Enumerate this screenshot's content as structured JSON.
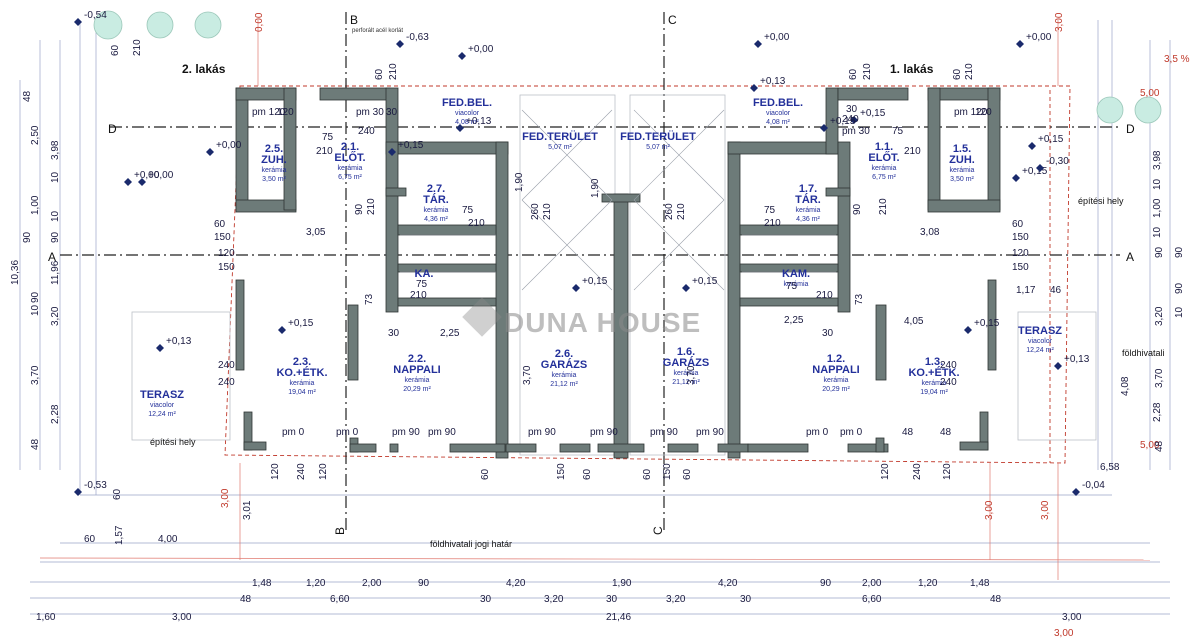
{
  "titles": {
    "left_unit": "2. lakás",
    "right_unit": "1. lakás"
  },
  "axes": {
    "A": "A",
    "B": "B",
    "C": "C",
    "D": "D"
  },
  "rooms": [
    {
      "num": "2.5.",
      "name": "ZUH.",
      "mat": "kerámia",
      "area": "3,50 m²"
    },
    {
      "num": "2.1.",
      "name": "ELŐT.",
      "mat": "kerámia",
      "area": "6,75 m²"
    },
    {
      "num": "",
      "name": "FED.BEL.",
      "mat": "viacolor",
      "area": "4,08 m²"
    },
    {
      "num": "",
      "name": "FED.TERÜLET",
      "mat": "",
      "area": "5,07 m²"
    },
    {
      "num": "",
      "name": "FED.TERÜLET",
      "mat": "",
      "area": "5,07 m²"
    },
    {
      "num": "",
      "name": "FED.BEL.",
      "mat": "viacolor",
      "area": "4,08 m²"
    },
    {
      "num": "1.1.",
      "name": "ELŐT.",
      "mat": "kerámia",
      "area": "6,75 m²"
    },
    {
      "num": "1.5.",
      "name": "ZUH.",
      "mat": "kerámia",
      "area": "3,50 m²"
    },
    {
      "num": "2.7.",
      "name": "TÁR.",
      "mat": "kerámia",
      "area": "4,36 m²"
    },
    {
      "num": "1.7.",
      "name": "TÁR.",
      "mat": "kerámia",
      "area": "4,36 m²"
    },
    {
      "num": "",
      "name": "KA.",
      "mat": "",
      "area": ""
    },
    {
      "num": "",
      "name": "KAM.",
      "mat": "kerámia",
      "area": ""
    },
    {
      "num": "2.3.",
      "name": "KO.+ÉTK.",
      "mat": "kerámia",
      "area": "19,04 m²"
    },
    {
      "num": "2.2.",
      "name": "NAPPALI",
      "mat": "kerámia",
      "area": "20,29 m²"
    },
    {
      "num": "2.6.",
      "name": "GARÁZS",
      "mat": "kerámia",
      "area": "21,12 m²"
    },
    {
      "num": "1.6.",
      "name": "GARÁZS",
      "mat": "kerámia",
      "area": "21,12 m²"
    },
    {
      "num": "1.2.",
      "name": "NAPPALI",
      "mat": "kerámia",
      "area": "20,29 m²"
    },
    {
      "num": "1.3.",
      "name": "KO.+ÉTK.",
      "mat": "kerámia",
      "area": "19,04 m²"
    },
    {
      "num": "",
      "name": "TERASZ",
      "mat": "viacolor",
      "area": "12,24 m²"
    },
    {
      "num": "",
      "name": "TERASZ",
      "mat": "viacolor",
      "area": "12,24 m²"
    }
  ],
  "levels": [
    "-0,54",
    "-0,63",
    "+0,00",
    "+0,00",
    "+0,00",
    "+0,13",
    "+0,13",
    "+0,15",
    "+0,15",
    "+0,15",
    "+0,15",
    "+0,15",
    "+0,13",
    "+0,15",
    "+0,15",
    "+0,15",
    "+0,15",
    "+0,13",
    "-0,30",
    "-0,53",
    "-0,04",
    "+0,00",
    "+0,00",
    "+0,00"
  ],
  "notes": {
    "perforated": "perforált acél korlát",
    "building_zone_left": "építési hely",
    "building_zone_right": "építési hely",
    "land_registry": "földhivatali",
    "land_boundary": "földhivatali jogi határ",
    "watermark": "DUNA HOUSE"
  },
  "red_dims": [
    "0,00",
    "3,00",
    "3,00",
    "5,00",
    "5,00",
    "3,00",
    "3,00",
    "3,00",
    "3,5 %"
  ],
  "dims": {
    "bottom_row1": [
      "1,48",
      "1,20",
      "2,00",
      "90",
      "4,20",
      "1,90",
      "4,20",
      "90",
      "2,00",
      "1,20",
      "1,48"
    ],
    "bottom_row2": [
      "48",
      "6,60",
      "30",
      "3,20",
      "30",
      "3,20",
      "30",
      "6,60",
      "48"
    ],
    "bottom_row3": [
      "1,60",
      "3,00",
      "21,46",
      "3,00"
    ],
    "bottom_left": [
      "60",
      "4,00",
      "1,57",
      "3,01",
      "60"
    ],
    "under_plan": [
      "120",
      "240",
      "120",
      "60",
      "150",
      "60",
      "60",
      "150",
      "60",
      "120",
      "240",
      "120",
      "6,58"
    ],
    "left_outer": [
      "48",
      "2,50",
      "3,98",
      "10",
      "1,00",
      "10",
      "90",
      "90",
      "10,36",
      "11,96",
      "3,20",
      "10",
      "90",
      "3,70",
      "2,28",
      "48"
    ],
    "right_outer": [
      "3,98",
      "10",
      "1,00",
      "10",
      "90",
      "90",
      "90",
      "10",
      "3,20",
      "3,70",
      "2,28",
      "48",
      "4,08"
    ],
    "top_inner": [
      "60",
      "210",
      "60",
      "210",
      "60",
      "210",
      "60",
      "210"
    ],
    "interior": [
      "pm 120",
      "120",
      "pm 30",
      "30",
      "240",
      "75",
      "210",
      "75",
      "210",
      "pm 30",
      "30",
      "240",
      "pm 120",
      "120",
      "75",
      "210",
      "90",
      "210",
      "75",
      "210",
      "90",
      "210",
      "60",
      "150",
      "120",
      "150",
      "60",
      "150",
      "120",
      "150",
      "3,05",
      "3,08",
      "260",
      "210",
      "260",
      "210",
      "75",
      "210",
      "75",
      "210",
      "73",
      "73",
      "30",
      "2,25",
      "2,25",
      "30",
      "1,17",
      "46",
      "4,05",
      "240",
      "240",
      "240",
      "240",
      "3,70",
      "3,70",
      "pm 0",
      "pm 0",
      "pm 90",
      "pm 90",
      "pm 90",
      "pm 90",
      "pm 90",
      "pm 90",
      "pm 0",
      "pm 0",
      "48",
      "48",
      "1,90",
      "1,90"
    ]
  }
}
